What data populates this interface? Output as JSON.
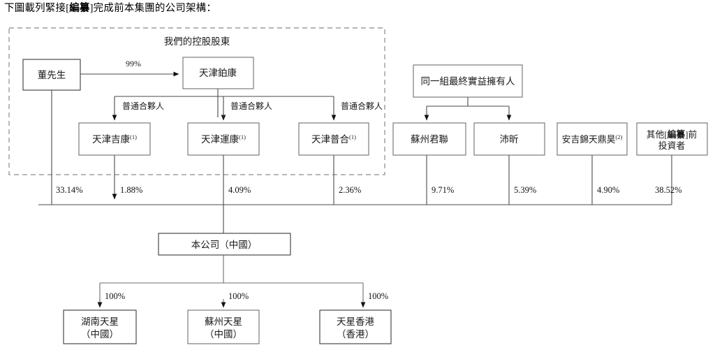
{
  "caption": {
    "prefix": "下圖載列緊接[",
    "emphasis": "編纂",
    "suffix": "]完成前本集團的公司架構："
  },
  "group": {
    "title": "我們的控股股東"
  },
  "nodes": {
    "dong": {
      "label": "董先生"
    },
    "tianjin_bokang": {
      "label": "天津鉑康"
    },
    "tianjin_jikang": {
      "label": "天津吉康",
      "note": "(1)"
    },
    "tianjin_yunkang": {
      "label": "天津運康",
      "note": "(1)"
    },
    "tianjin_puhe": {
      "label": "天津普合",
      "note": "(1)"
    },
    "same_group_ubo": {
      "label": "同一組最終實益擁有人"
    },
    "suzhou_junlian": {
      "label": "蘇州君聯"
    },
    "peixin": {
      "label": "沛昕"
    },
    "anji_jintian": {
      "label": "安吉錦天鼎昊",
      "note": "(2)"
    },
    "other_investors": {
      "line1_prefix": "其他[",
      "line1_emphasis": "編纂",
      "line1_suffix": "]前",
      "line2": "投資者"
    },
    "company": {
      "label": "本公司（中國）"
    },
    "hunan_tianxing": {
      "line1": "湖南天星",
      "line2": "（中國）"
    },
    "suzhou_tianxing": {
      "line1": "蘇州天星",
      "line2": "（中國）"
    },
    "tianxing_hk": {
      "line1": "天星香港",
      "line2": "（香港）"
    }
  },
  "edges": {
    "dong_to_bokang": "99%",
    "gp_jikang": "普通合夥人",
    "gp_yunkang": "普通合夥人",
    "gp_puhe": "普通合夥人"
  },
  "ownership": [
    {
      "holder": "董先生",
      "pct": "33.14%"
    },
    {
      "holder": "天津吉康",
      "pct": "1.88%"
    },
    {
      "holder": "天津運康",
      "pct": "4.09%"
    },
    {
      "holder": "天津普合",
      "pct": "2.36%"
    },
    {
      "holder": "蘇州君聯",
      "pct": "9.71%"
    },
    {
      "holder": "沛昕",
      "pct": "5.39%"
    },
    {
      "holder": "安吉錦天鼎昊",
      "pct": "4.90%"
    },
    {
      "holder": "其他[編纂]前投資者",
      "pct": "38.52%"
    }
  ],
  "subsidiaries": [
    {
      "name": "湖南天星（中國）",
      "pct": "100%"
    },
    {
      "name": "蘇州天星（中國）",
      "pct": "100%"
    },
    {
      "name": "天星香港（香港）",
      "pct": "100%"
    }
  ],
  "colors": {
    "box_stroke": "#6f6f6f",
    "line": "#4a4a4a",
    "dashed": "#8a8a8a",
    "text": "#1a1a1a"
  }
}
